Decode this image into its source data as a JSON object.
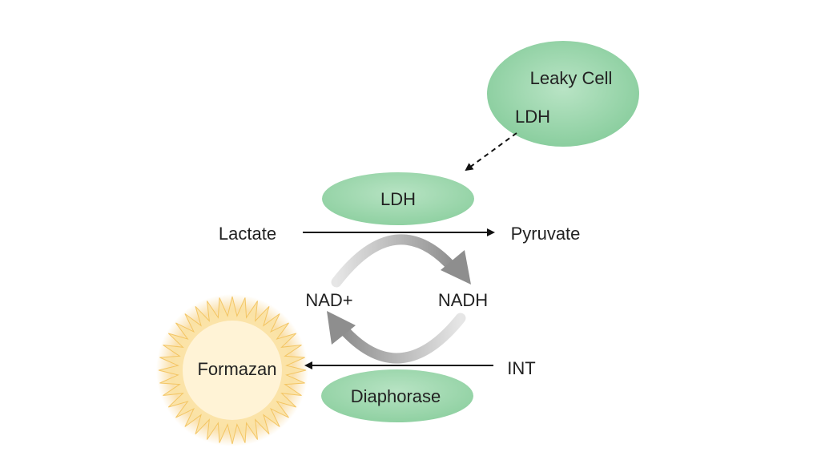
{
  "diagram": {
    "leaky_cell": {
      "title": "Leaky Cell",
      "enzyme": "LDH"
    },
    "ldh_enzyme": "LDH",
    "substrate": "Lactate",
    "product": "Pyruvate",
    "cofactor_oxidized": "NAD+",
    "cofactor_reduced": "NADH",
    "dye": "INT",
    "formazan": "Formazan",
    "diaphorase_enzyme": "Diaphorase"
  },
  "colors": {
    "enzyme_fill": "#8fd0a2",
    "enzyme_fill_light": "#b5e2c1",
    "cycle_arrow": "#9b9b9b",
    "formazan_glow": "#f7c766",
    "text": "#222222"
  }
}
